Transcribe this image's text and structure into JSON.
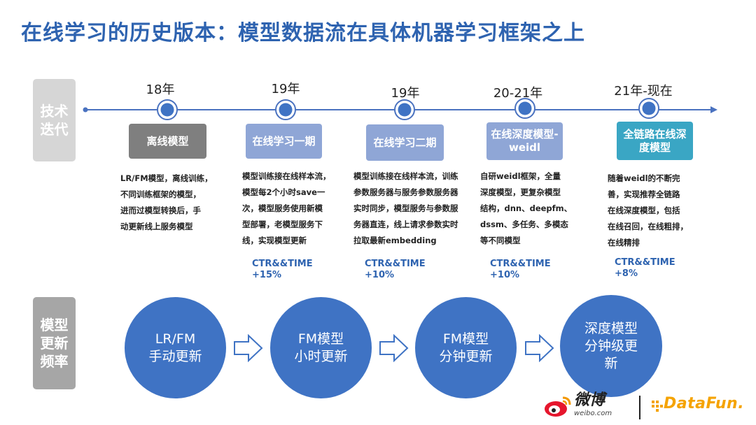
{
  "title": "在线学习的历史版本：模型数据流在具体机器学习框架之上",
  "side_labels": {
    "tech": "技术迭代",
    "update": "模型更新频率"
  },
  "stages": [
    {
      "year": "18年",
      "box": "离线模型",
      "box_color": "#7f7f7f",
      "desc": [
        "LR/FM模型，离线训练，",
        "不同训练框架的模型，",
        "进而过模型转换后，手",
        "动更新线上服务模型"
      ],
      "metric_name": "",
      "metric_value": ""
    },
    {
      "year": "19年",
      "box": "在线学习一期",
      "box_color": "#8fa6d6",
      "desc": [
        "模型训练接在线样本流，",
        "模型每2个小时save一",
        "次，模型服务使用新模",
        "型部署，老模型服务下",
        "线，实现模型更新"
      ],
      "metric_name": "CTR&&TIME",
      "metric_value": "+15%"
    },
    {
      "year": "19年",
      "box": "在线学习二期",
      "box_color": "#8fa6d6",
      "desc": [
        "模型训练接在线样本流，训练",
        "参数服务器与服务参数服务器",
        "实时同步，模型服务与参数服",
        "务器直连，线上请求参数实时",
        "拉取最新embedding"
      ],
      "metric_name": "CTR&&TIME",
      "metric_value": "+10%"
    },
    {
      "year": "20-21年",
      "box": "在线深度模型-weidl",
      "box_color": "#8fa6d6",
      "desc": [
        "自研weidl框架，全量",
        "深度模型，更复杂模型",
        "结构，dnn、deepfm、",
        "dssm、多任务、多模态",
        "等不同模型"
      ],
      "metric_name": "CTR&&TIME",
      "metric_value": "+10%"
    },
    {
      "year": "21年-现在",
      "box": "全链路在线深度模型",
      "box_color": "#3aa6c4",
      "desc": [
        "随着weidl的不断完",
        "善，实现推荐全链路",
        "在线深度模型，包括",
        "在线召回，在线粗排，",
        "在线精排"
      ],
      "metric_name": "CTR&&TIME",
      "metric_value": "+8%"
    }
  ],
  "update_circles": [
    {
      "line1": "LR/FM",
      "line2": "手动更新"
    },
    {
      "line1": "FM模型",
      "line2": "小时更新"
    },
    {
      "line1": "FM模型",
      "line2": "分钟更新"
    },
    {
      "line1": "深度模型",
      "line2": "分钟级更新"
    }
  ],
  "brands": {
    "weibo_cn": "微博",
    "weibo_en": "weibo.com",
    "datafun": "DataFun."
  },
  "colors": {
    "accent": "#2e63b0",
    "timeline": "#4a72c0",
    "circle": "#3f73c4"
  }
}
